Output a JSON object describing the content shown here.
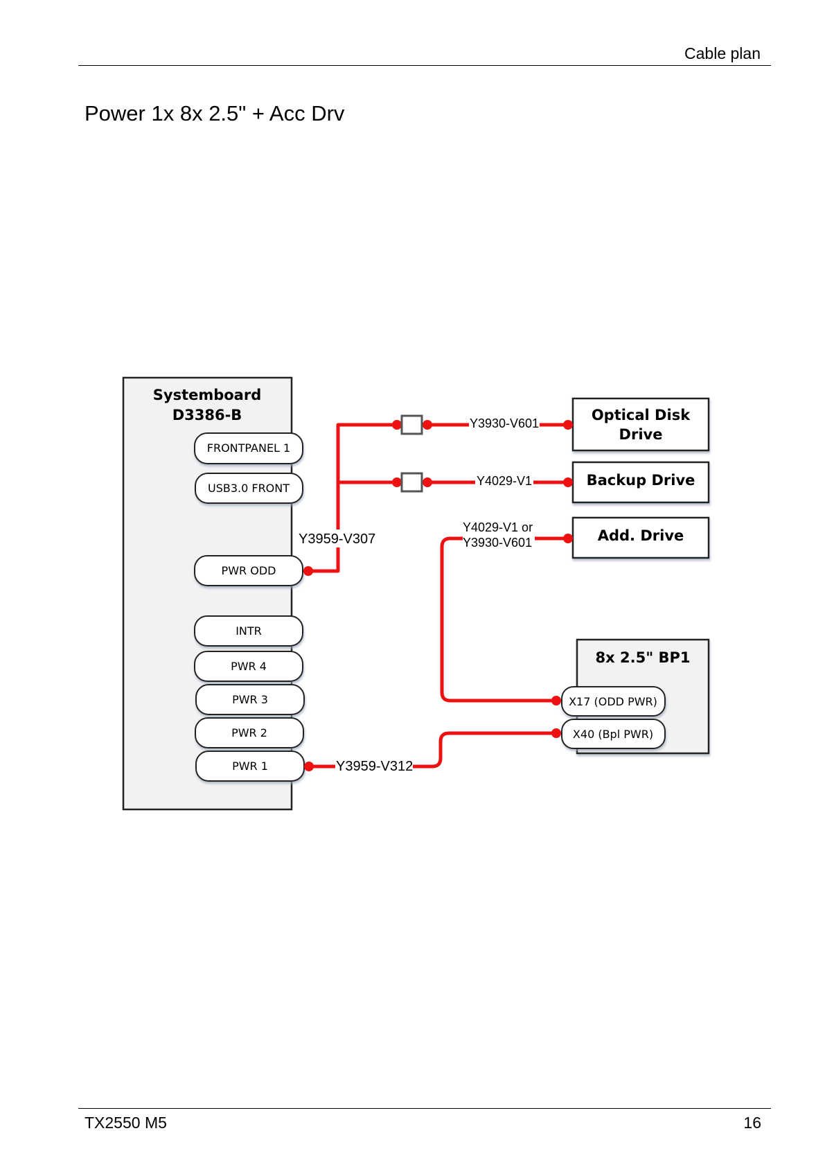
{
  "header": {
    "section": "Cable plan"
  },
  "page_title": "Power 1x 8x 2.5\" + Acc Drv",
  "footer": {
    "model": "TX2550 M5",
    "page_number": "16"
  },
  "diagram": {
    "systemboard": {
      "title_line1": "Systemboard",
      "title_line2": "D3386-B",
      "ports": {
        "frontpanel1": "FRONTPANEL 1",
        "usb3_front": "USB3.0 FRONT",
        "pwr_odd": "PWR ODD",
        "intr": "INTR",
        "pwr4": "PWR 4",
        "pwr3": "PWR 3",
        "pwr2": "PWR 2",
        "pwr1": "PWR 1"
      }
    },
    "optical_disk": {
      "line1": "Optical Disk",
      "line2": "Drive"
    },
    "backup_drive": {
      "label": "Backup Drive"
    },
    "add_drive": {
      "label": "Add. Drive"
    },
    "backplane": {
      "title": "8x 2.5\" BP1",
      "ports": {
        "x17": "X17 (ODD PWR)",
        "x40": "X40 (Bpl PWR)"
      }
    },
    "cables": {
      "y3959_v307": "Y3959-V307",
      "y3930_v601": "Y3930-V601",
      "y4029_v1": "Y4029-V1",
      "add_line1": "Y4029-V1 or",
      "add_line2": "Y3930-V601",
      "y3959_v312": "Y3959-V312"
    },
    "colors": {
      "cable": "#ee1111",
      "box_fill": "#f2f2f2",
      "border": "#222222"
    }
  }
}
